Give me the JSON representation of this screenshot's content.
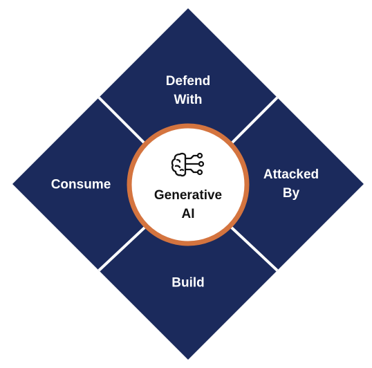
{
  "diagram": {
    "quadrants": {
      "top": "Defend\nWith",
      "right": "Attacked\nBy",
      "bottom": "Build",
      "left": "Consume"
    },
    "center": {
      "label": "Generative\nAI",
      "icon": "brain-circuit-icon"
    }
  },
  "colors": {
    "quadrant_fill": "#1b2a5c",
    "divider": "#ffffff",
    "ring": "#d4743f",
    "center_fill": "#ffffff",
    "label_text": "#ffffff",
    "center_text": "#111111"
  }
}
